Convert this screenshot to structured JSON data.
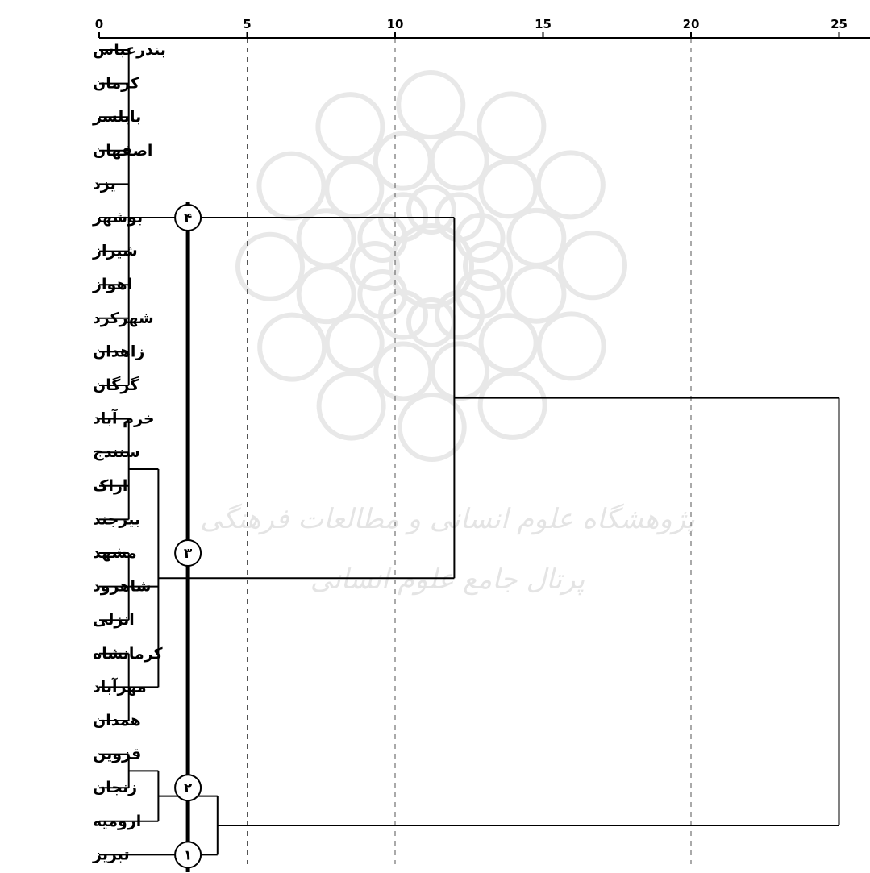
{
  "chart_data": {
    "type": "dendrogram",
    "orientation": "horizontal",
    "x_ticks": [
      0,
      5,
      10,
      15,
      20,
      25
    ],
    "xlim": [
      0,
      25
    ],
    "grid": "dashed vertical at ticks",
    "leaves": [
      "بندرعباس",
      "کرمان",
      "بابلسر",
      "اصفهان",
      "یزد",
      "بوشهر",
      "شیراز",
      "اهواز",
      "شهرکرد",
      "زاهدان",
      "گرگان",
      "خرم آباد",
      "سنندج",
      "اراک",
      "بیرجند",
      "مشهد",
      "شاهرود",
      "انزلی",
      "کرمانشاه",
      "مهرآباد",
      "همدان",
      "قزوین",
      "زنجان",
      "ارومیه",
      "تبریز"
    ],
    "merges": [
      {
        "node": "A",
        "children": [
          0,
          1,
          2,
          3,
          4,
          5,
          6,
          7,
          8,
          9,
          10
        ],
        "height": 1
      },
      {
        "node": "B",
        "children": [
          11,
          12,
          13,
          14
        ],
        "height": 1
      },
      {
        "node": "C",
        "children": [
          15,
          16,
          17
        ],
        "height": 1
      },
      {
        "node": "D",
        "children": [
          18,
          19,
          20
        ],
        "height": 1
      },
      {
        "node": "E",
        "children": [
          "B",
          "C",
          "D"
        ],
        "height": 2
      },
      {
        "node": "F",
        "children": [
          21,
          22
        ],
        "height": 1
      },
      {
        "node": "G",
        "children": [
          "F",
          23
        ],
        "height": 2
      },
      {
        "node": "H",
        "children": [
          "A",
          "E"
        ],
        "height": 12
      },
      {
        "node": "I",
        "children": [
          "G",
          24
        ],
        "height": 4
      },
      {
        "node": "J",
        "children": [
          "H",
          "I"
        ],
        "height": 25
      }
    ],
    "cluster_markers": [
      {
        "label": "۴",
        "leaf": 5
      },
      {
        "label": "۳",
        "leaf": 15
      },
      {
        "label": "۲",
        "leaf": 22
      },
      {
        "label": "۱",
        "leaf": 24
      }
    ],
    "marker_line_value": 3,
    "watermark": [
      "پژوهشگاه علوم انسانی و مطالعات فرهنگی",
      "پرتال جامع علوم انسانی"
    ]
  }
}
